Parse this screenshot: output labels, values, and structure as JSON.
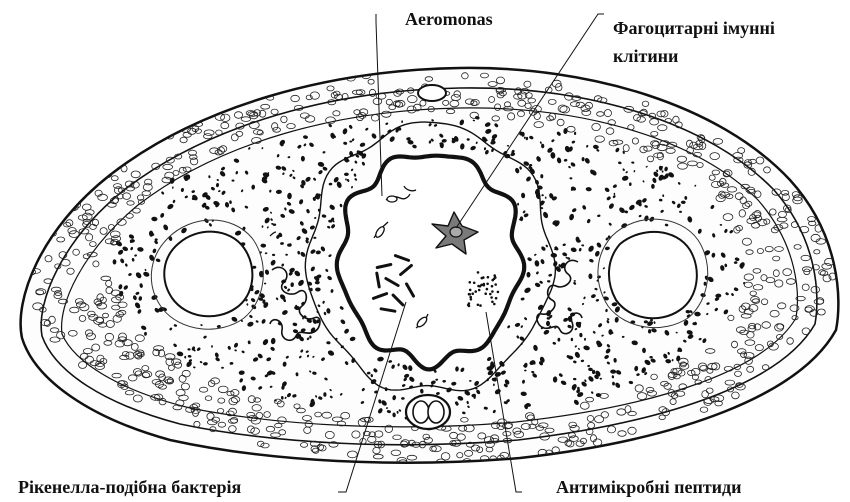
{
  "labels": {
    "aeromonas": "Aeromonas",
    "phagocyte_line1": "Фагоцитарні імунні",
    "phagocyte_line2": "клітини",
    "rikenella": "Рікенелла-подібна бактерія",
    "peptides": "Антимікробні пептиди"
  },
  "colors": {
    "ink": "#111111",
    "phagocyte_fill": "#7a7a7a"
  }
}
